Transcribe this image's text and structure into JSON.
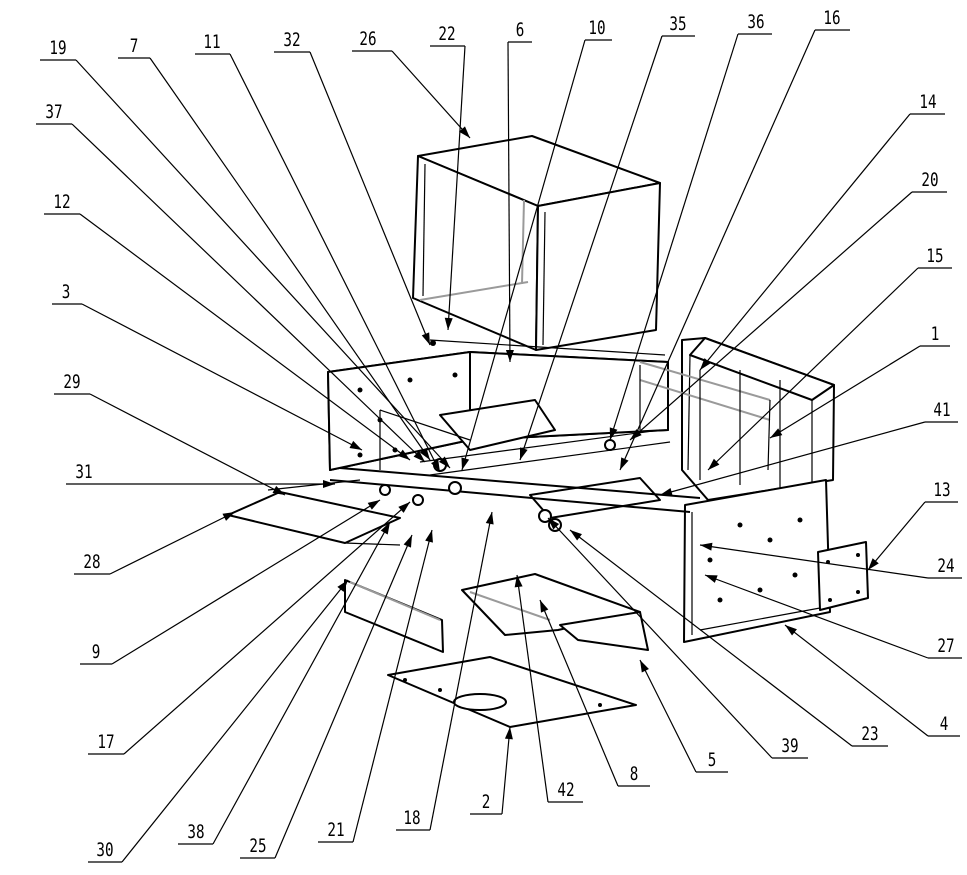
{
  "callouts": [
    {
      "id": "26"
    },
    {
      "id": "22"
    },
    {
      "id": "6"
    },
    {
      "id": "10"
    },
    {
      "id": "35"
    },
    {
      "id": "36"
    },
    {
      "id": "16"
    },
    {
      "id": "14"
    },
    {
      "id": "20"
    },
    {
      "id": "15"
    },
    {
      "id": "1"
    },
    {
      "id": "41"
    },
    {
      "id": "13"
    },
    {
      "id": "24"
    },
    {
      "id": "27"
    },
    {
      "id": "4"
    },
    {
      "id": "23"
    },
    {
      "id": "39"
    },
    {
      "id": "5"
    },
    {
      "id": "8"
    },
    {
      "id": "42"
    },
    {
      "id": "2"
    },
    {
      "id": "18"
    },
    {
      "id": "21"
    },
    {
      "id": "25"
    },
    {
      "id": "38"
    },
    {
      "id": "30"
    },
    {
      "id": "17"
    },
    {
      "id": "9"
    },
    {
      "id": "28"
    },
    {
      "id": "31"
    },
    {
      "id": "29"
    },
    {
      "id": "3"
    },
    {
      "id": "12"
    },
    {
      "id": "37"
    },
    {
      "id": "19"
    },
    {
      "id": "7"
    },
    {
      "id": "11"
    },
    {
      "id": "32"
    }
  ]
}
